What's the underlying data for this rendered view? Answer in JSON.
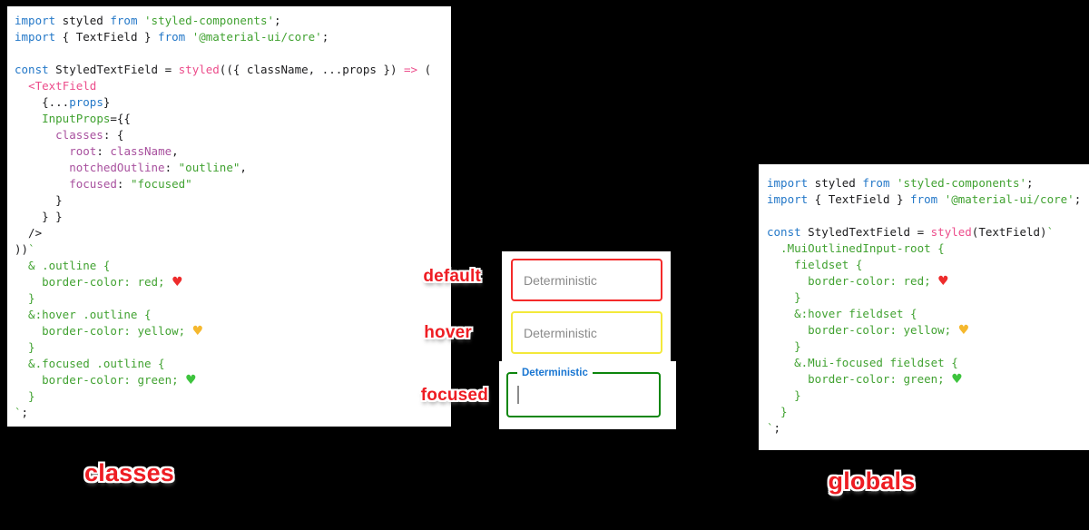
{
  "page": {
    "background": "#000000"
  },
  "syntax_colors": {
    "keyword_blue": "#2478c8",
    "function_pink": "#ec4d8b",
    "string_green": "#41a231",
    "object_key_plum": "#a8509e",
    "plain_dark": "#1c1c1e"
  },
  "annotations": {
    "default": "default",
    "hover": "hover",
    "focused": "focused",
    "classes": "classes",
    "globals": "globals",
    "label_color": "#ee1d23"
  },
  "textfields": {
    "default": {
      "placeholder": "Deterministic",
      "border_color": "#f42a2a"
    },
    "hover": {
      "placeholder": "Deterministic",
      "border_color": "#f3e93a"
    },
    "focused": {
      "label": "Deterministic",
      "border_color": "#0c860c",
      "label_color": "#1976d2"
    }
  },
  "icons": {
    "heart_red": "♥",
    "heart_yellow": "♥",
    "heart_green": "♥"
  },
  "left_code": {
    "lines": [
      [
        [
          "kw",
          "import"
        ],
        [
          "pl",
          " styled "
        ],
        [
          "kw",
          "from"
        ],
        [
          "pl",
          " "
        ],
        [
          "st",
          "'styled-components'"
        ],
        [
          "pl",
          ";"
        ]
      ],
      [
        [
          "kw",
          "import"
        ],
        [
          "pl",
          " { TextField } "
        ],
        [
          "kw",
          "from"
        ],
        [
          "pl",
          " "
        ],
        [
          "st",
          "'@material-ui/core'"
        ],
        [
          "pl",
          ";"
        ]
      ],
      [],
      [
        [
          "kw",
          "const"
        ],
        [
          "pl",
          " StyledTextField = "
        ],
        [
          "fn",
          "styled"
        ],
        [
          "pl",
          "(({ className, ...props }) "
        ],
        [
          "fn",
          "=>"
        ],
        [
          "pl",
          " ("
        ]
      ],
      [
        [
          "pl",
          "  "
        ],
        [
          "fn",
          "<TextField"
        ]
      ],
      [
        [
          "pl",
          "    {..."
        ],
        [
          "kw",
          "props"
        ],
        [
          "pl",
          "}"
        ]
      ],
      [
        [
          "pl",
          "    "
        ],
        [
          "at",
          "InputProps"
        ],
        [
          "pl",
          "={{"
        ]
      ],
      [
        [
          "pl",
          "      "
        ],
        [
          "ky",
          "classes"
        ],
        [
          "pl",
          ": {"
        ]
      ],
      [
        [
          "pl",
          "        "
        ],
        [
          "ky",
          "root"
        ],
        [
          "pl",
          ": "
        ],
        [
          "ky",
          "className"
        ],
        [
          "pl",
          ","
        ]
      ],
      [
        [
          "pl",
          "        "
        ],
        [
          "ky",
          "notchedOutline"
        ],
        [
          "pl",
          ": "
        ],
        [
          "st",
          "\"outline\""
        ],
        [
          "pl",
          ","
        ]
      ],
      [
        [
          "pl",
          "        "
        ],
        [
          "ky",
          "focused"
        ],
        [
          "pl",
          ": "
        ],
        [
          "st",
          "\"focused\""
        ]
      ],
      [
        [
          "pl",
          "      }"
        ]
      ],
      [
        [
          "pl",
          "    } }"
        ]
      ],
      [
        [
          "pl",
          "  />"
        ]
      ],
      [
        [
          "pl",
          "))"
        ],
        [
          "st",
          "`"
        ]
      ],
      [
        [
          "st",
          "  & .outline {"
        ]
      ],
      [
        [
          "st",
          "    border-color: red; "
        ],
        [
          "hr",
          "♥"
        ]
      ],
      [
        [
          "st",
          "  }"
        ]
      ],
      [
        [
          "st",
          "  &:hover .outline {"
        ]
      ],
      [
        [
          "st",
          "    border-color: yellow; "
        ],
        [
          "hy",
          "♥"
        ]
      ],
      [
        [
          "st",
          "  }"
        ]
      ],
      [
        [
          "st",
          "  &.focused .outline {"
        ]
      ],
      [
        [
          "st",
          "    border-color: green; "
        ],
        [
          "hg",
          "♥"
        ]
      ],
      [
        [
          "st",
          "  }"
        ]
      ],
      [
        [
          "st",
          "`"
        ],
        [
          "pl",
          ";"
        ]
      ]
    ]
  },
  "right_code": {
    "lines": [
      [
        [
          "kw",
          "import"
        ],
        [
          "pl",
          " styled "
        ],
        [
          "kw",
          "from"
        ],
        [
          "pl",
          " "
        ],
        [
          "st",
          "'styled-components'"
        ],
        [
          "pl",
          ";"
        ]
      ],
      [
        [
          "kw",
          "import"
        ],
        [
          "pl",
          " { TextField } "
        ],
        [
          "kw",
          "from"
        ],
        [
          "pl",
          " "
        ],
        [
          "st",
          "'@material-ui/core'"
        ],
        [
          "pl",
          ";"
        ]
      ],
      [],
      [
        [
          "kw",
          "const"
        ],
        [
          "pl",
          " StyledTextField = "
        ],
        [
          "fn",
          "styled"
        ],
        [
          "pl",
          "(TextField)"
        ],
        [
          "st",
          "`"
        ]
      ],
      [
        [
          "st",
          "  .MuiOutlinedInput-root {"
        ]
      ],
      [
        [
          "st",
          "    fieldset {"
        ]
      ],
      [
        [
          "st",
          "      border-color: red; "
        ],
        [
          "hr",
          "♥"
        ]
      ],
      [
        [
          "st",
          "    }"
        ]
      ],
      [
        [
          "st",
          "    &:hover fieldset {"
        ]
      ],
      [
        [
          "st",
          "      border-color: yellow; "
        ],
        [
          "hy",
          "♥"
        ]
      ],
      [
        [
          "st",
          "    }"
        ]
      ],
      [
        [
          "st",
          "    &.Mui-focused fieldset {"
        ]
      ],
      [
        [
          "st",
          "      border-color: green; "
        ],
        [
          "hg",
          "♥"
        ]
      ],
      [
        [
          "st",
          "    }"
        ]
      ],
      [
        [
          "st",
          "  }"
        ]
      ],
      [
        [
          "st",
          "`"
        ],
        [
          "pl",
          ";"
        ]
      ]
    ]
  }
}
